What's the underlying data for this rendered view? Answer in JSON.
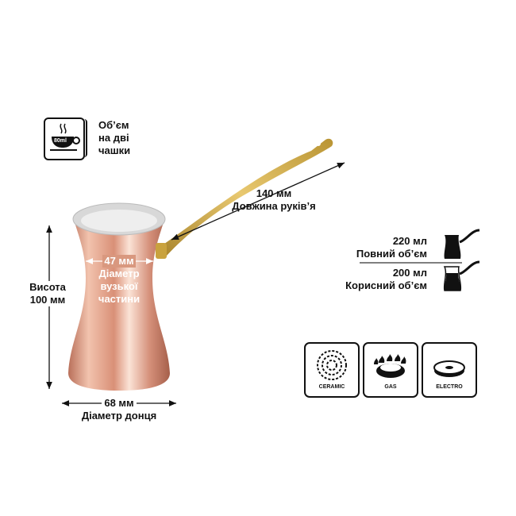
{
  "cups_icon": {
    "badge": "80ml",
    "label_lines": [
      "Об’єм",
      "на дві",
      "чашки"
    ]
  },
  "handle": {
    "value": "140 мм",
    "label": "Довжина руків’я"
  },
  "height": {
    "label": "Висота",
    "value": "100 мм"
  },
  "neck": {
    "value": "47 мм",
    "label_lines": [
      "Діаметр",
      "вузької",
      "частини"
    ]
  },
  "base": {
    "value": "68 мм",
    "label": "Діаметр донця"
  },
  "volume": {
    "full_value": "220 мл",
    "full_label": "Повний об’єм",
    "useful_value": "200 мл",
    "useful_label": "Корисний об’єм"
  },
  "stoves": [
    {
      "label": "CERAMIC"
    },
    {
      "label": "GAS"
    },
    {
      "label": "ELECTRO"
    }
  ],
  "colors": {
    "copper": "#e0a288",
    "brass": "#c9a23e",
    "ink": "#111111"
  }
}
